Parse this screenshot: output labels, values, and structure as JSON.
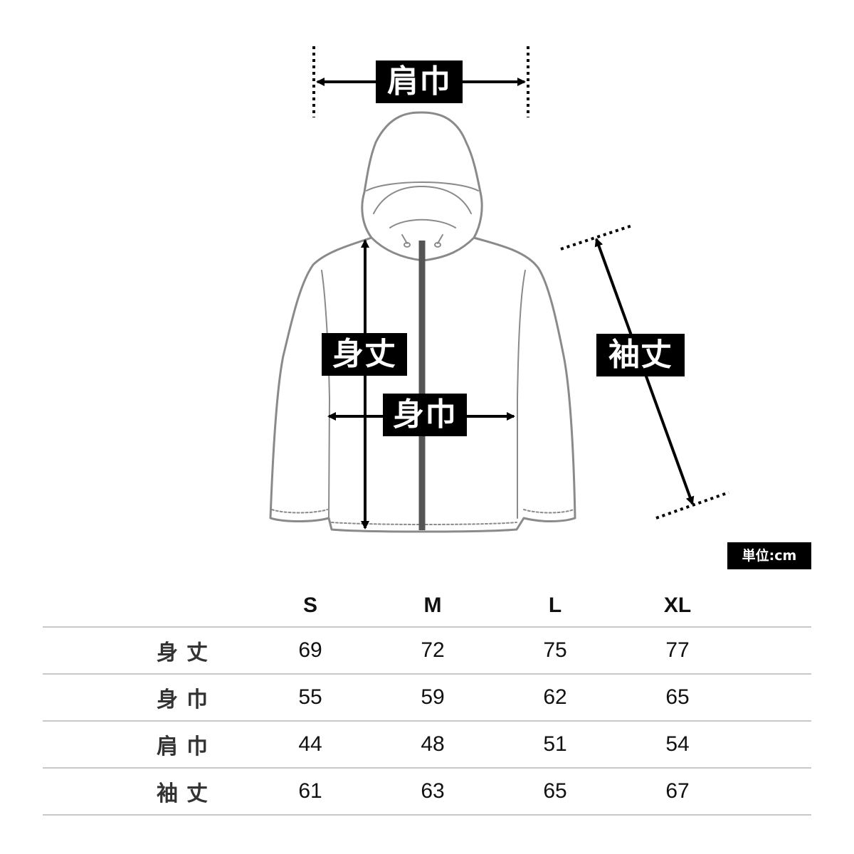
{
  "diagram": {
    "labels": {
      "shoulder_width": "肩巾",
      "body_length": "身丈",
      "body_width": "身巾",
      "sleeve_length": "袖丈"
    },
    "unit": "単位:cm"
  },
  "size_table": {
    "headers": [
      "",
      "S",
      "M",
      "L",
      "XL"
    ],
    "rows": [
      {
        "label": "身丈",
        "values": [
          "69",
          "72",
          "75",
          "77"
        ]
      },
      {
        "label": "身巾",
        "values": [
          "55",
          "59",
          "62",
          "65"
        ]
      },
      {
        "label": "肩巾",
        "values": [
          "44",
          "48",
          "51",
          "54"
        ]
      },
      {
        "label": "袖丈",
        "values": [
          "61",
          "63",
          "65",
          "67"
        ]
      }
    ]
  }
}
